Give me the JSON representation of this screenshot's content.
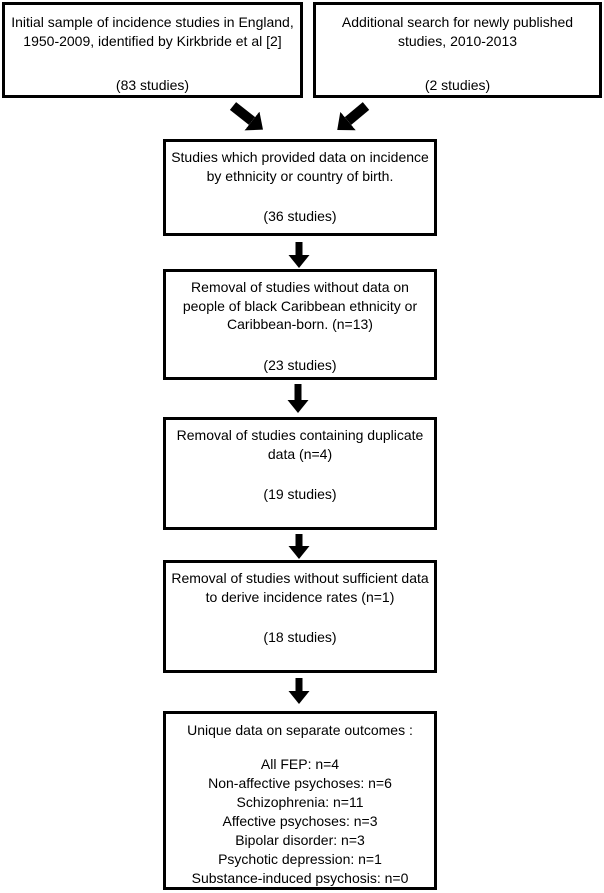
{
  "flowchart": {
    "boxes": [
      {
        "id": "initial-sample",
        "lines": [
          "Initial sample of incidence studies in England,",
          "1950-2009, identified by Kirkbride et al [2]"
        ],
        "count": "(83 studies)"
      },
      {
        "id": "additional-search",
        "lines": [
          "Additional search for newly published",
          "studies, 2010-2013"
        ],
        "count": "(2 studies)"
      },
      {
        "id": "incidence-by-ethnicity",
        "lines": [
          "Studies which provided data on incidence",
          "by ethnicity or country of birth."
        ],
        "count": "(36 studies)"
      },
      {
        "id": "removal-no-caribbean-data",
        "lines": [
          "Removal of studies without data on",
          "people of black Caribbean ethnicity or",
          "Caribbean-born. (n=13)"
        ],
        "count": "(23 studies)"
      },
      {
        "id": "removal-duplicate-data",
        "lines": [
          "Removal of studies containing duplicate",
          "data (n=4)"
        ],
        "count": "(19 studies)"
      },
      {
        "id": "removal-insufficient-data",
        "lines": [
          "Removal of studies without sufficient data",
          "to derive incidence rates (n=1)"
        ],
        "count": "(18 studies)"
      },
      {
        "id": "unique-outcomes",
        "title": "Unique data on separate outcomes :",
        "outcomes": [
          "All FEP: n=4",
          "Non-affective psychoses: n=6",
          "Schizophrenia: n=11",
          "Affective psychoses: n=3",
          "Bipolar disorder: n=3",
          "Psychotic depression: n=1",
          "Substance-induced psychosis: n=0"
        ]
      }
    ],
    "colors": {
      "background": "#ffffff",
      "box_border": "#000000",
      "text": "#000000",
      "arrow": "#000000"
    }
  }
}
